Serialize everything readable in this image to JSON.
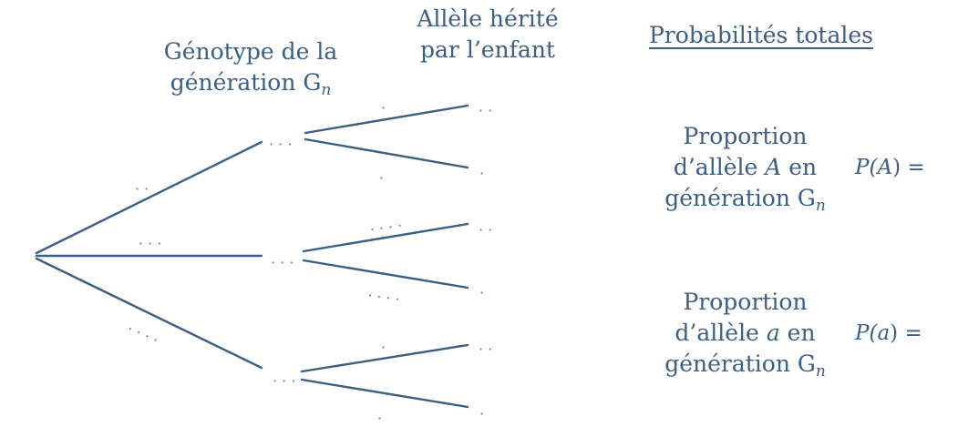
{
  "headers": {
    "genotype_line1": "Génotype de la",
    "genotype_line2": "génération G",
    "allele_line1": "Allèle hérité",
    "allele_line2": "par l’enfant",
    "total_prob": "Probabilités totales"
  },
  "subscript_n": "n",
  "proportion_A": {
    "line1": "Proportion",
    "line2_pre": "d’allèle ",
    "allele": "A",
    "line2_post": " en",
    "line3": "génération G",
    "formula_pre": "P(",
    "formula_post": ") ="
  },
  "proportion_a": {
    "line1": "Proportion",
    "line2_pre": "d’allèle ",
    "allele": "a",
    "line2_post": " en",
    "line3": "génération G",
    "formula_pre": "P(",
    "formula_post": ") ="
  },
  "tree": {
    "first_level_branch_labels": [
      "· ·",
      "· · ·",
      "· · · ·"
    ],
    "genotype_nodes": [
      "· · ·",
      "· · ·",
      "· · ·"
    ],
    "second_level_branch_labels": [
      "·",
      "·",
      "· · · ·",
      "· · · ·",
      "·",
      "·"
    ],
    "allele_leaves": [
      "· ·",
      "·",
      "· ·",
      "·",
      "· ·",
      "·"
    ]
  },
  "colors": {
    "ink": "#3b5f84",
    "placeholder": "#6f7f8f"
  }
}
